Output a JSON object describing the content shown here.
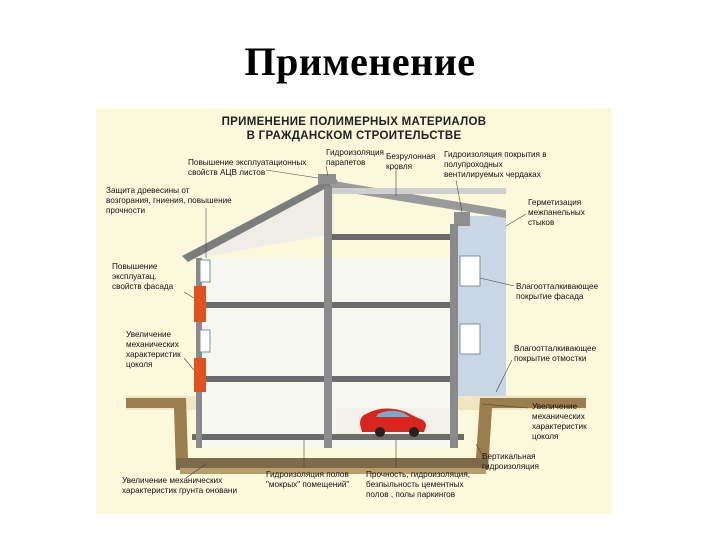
{
  "slide": {
    "title": "Применение"
  },
  "diagram": {
    "title_line1": "ПРИМЕНЕНИЕ ПОЛИМЕРНЫХ МАТЕРИАЛОВ",
    "title_line2": "В ГРАЖДАНСКОМ СТРОИТЕЛЬСТВЕ",
    "labels": {
      "acv_sheets": [
        "Повышение эксплуатационных",
        "свойств АЦВ листов"
      ],
      "parapet_waterproofing": [
        "Гидроизоляция",
        "парапетов"
      ],
      "rollless_roof": [
        "Безрулонная",
        "кровля"
      ],
      "covering_waterproofing": [
        "Гидроизоляция покрытия в",
        "полупроходных",
        "вентилируемых чердаках"
      ],
      "wood_protection": [
        "Защита древесины от",
        "возгорания, гниения, повышение",
        "прочности"
      ],
      "joint_sealing": [
        "Герметизация",
        "межпанельных",
        "стыков"
      ],
      "facade_properties": [
        "Повышение",
        "эксплуатац.",
        "свойств фасада"
      ],
      "facade_water_repellent": [
        "Влагоотталкивающее",
        "покрытие фасада"
      ],
      "plinth_mechanical": [
        "Увеличение",
        "механических",
        "характеристик",
        "цоколя"
      ],
      "blind_area_water_repellent": [
        "Влагоотталкивающее",
        "покрытие отмостки"
      ],
      "foundation_mechanical": [
        "Увеличение",
        "механических",
        "характеристик",
        "цоколя"
      ],
      "vertical_waterproofing": [
        "Вертикальная",
        "гидроизоляция"
      ],
      "soil_mechanical": [
        "Увеличение механических",
        "характеристик грунта оновани"
      ],
      "wet_floor_waterproofing": [
        "Гидроизоляция полов",
        "\"мокрых\" помещений\""
      ],
      "parking_floors": [
        "Прочность, гидроизоляция,",
        "безпыльность цементных",
        "полов , полы паркингов"
      ]
    },
    "colors": {
      "panel_bg": "#fbf8dc",
      "wall": "#f4f4f0",
      "facade_side": "#c9d6e4",
      "orange_accent": "#e0531f",
      "ground": "#9b7d4e",
      "slab": "#6a6a6a",
      "car": "#d8261e"
    }
  }
}
